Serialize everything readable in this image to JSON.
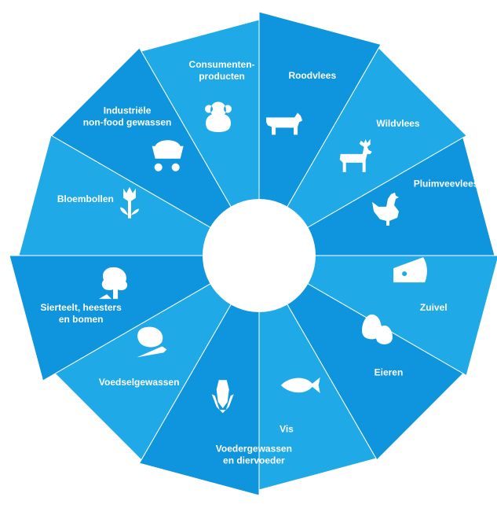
{
  "colors": {
    "dark": "#0f95dd",
    "light": "#1fa9e6",
    "hub": "#ffffff",
    "text": "#ffffff"
  },
  "segments": [
    {
      "lines": [
        "Roodvlees"
      ],
      "icon": "cow-icon",
      "tone": "dark"
    },
    {
      "lines": [
        "Wildvlees"
      ],
      "icon": "deer-icon",
      "tone": "light"
    },
    {
      "lines": [
        "Pluimveevlees"
      ],
      "icon": "chicken-icon",
      "tone": "dark"
    },
    {
      "lines": [
        "Zuivel"
      ],
      "icon": "cheese-icon",
      "tone": "light"
    },
    {
      "lines": [
        "Eieren"
      ],
      "icon": "eggs-icon",
      "tone": "dark"
    },
    {
      "lines": [
        "Vis"
      ],
      "icon": "fish-icon",
      "tone": "light"
    },
    {
      "lines": [
        "Voedergewassen",
        "en diervoeder"
      ],
      "icon": "corn-icon",
      "tone": "dark"
    },
    {
      "lines": [
        "Voedselgewassen"
      ],
      "icon": "vegetables-icon",
      "tone": "light"
    },
    {
      "lines": [
        "Sierteelt, heesters",
        "en bomen"
      ],
      "icon": "tree-icon",
      "tone": "dark"
    },
    {
      "lines": [
        "Bloembollen"
      ],
      "icon": "tulip-icon",
      "tone": "light"
    },
    {
      "lines": [
        "Industriële",
        "non-food gewassen"
      ],
      "icon": "mine-cart-icon",
      "tone": "dark"
    },
    {
      "lines": [
        "Consumenten-",
        "producten"
      ],
      "icon": "teddy-bear-icon",
      "tone": "light"
    }
  ]
}
